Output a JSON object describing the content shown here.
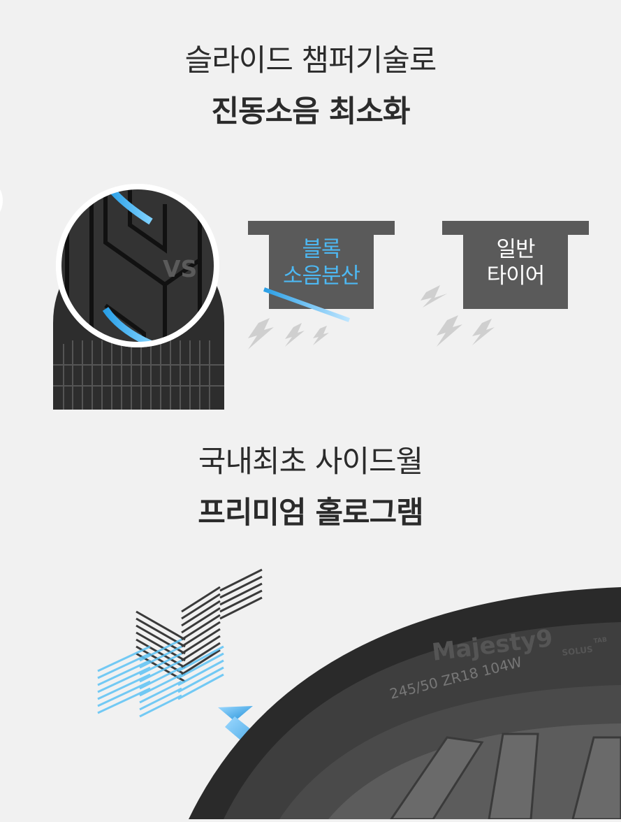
{
  "section1": {
    "title_line1": "슬라이드 챔퍼기술로",
    "title_line2": "진동소음 최소화"
  },
  "comparison": {
    "left_label_line1": "블록",
    "left_label_line2": "소음분산",
    "vs": "VS",
    "right_label_line1": "일반",
    "right_label_line2": "타이어"
  },
  "section2": {
    "title_line1": "국내최초 사이드월",
    "title_line2": "프리미엄 홀로그램"
  },
  "tire_sidewall": {
    "brand": "Majesty9",
    "sub": "SOLUS",
    "badge": "TAB",
    "size": "245/50 ZR18 104W"
  },
  "colors": {
    "accent_blue": "#4db8f2",
    "box_gray": "#5a5a5a",
    "text_dark": "#2b2b2b"
  }
}
